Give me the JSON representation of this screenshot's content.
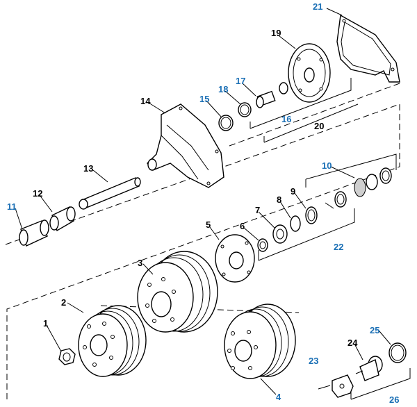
{
  "diagram": {
    "callouts": [
      {
        "id": "c1",
        "text": "1",
        "color": "#000000"
      },
      {
        "id": "c2",
        "text": "2",
        "color": "#000000"
      },
      {
        "id": "c3",
        "text": "3",
        "color": "#000000"
      },
      {
        "id": "c4",
        "text": "4",
        "color": "#1a6fb5"
      },
      {
        "id": "c5",
        "text": "5",
        "color": "#000000"
      },
      {
        "id": "c6",
        "text": "6",
        "color": "#000000"
      },
      {
        "id": "c7",
        "text": "7",
        "color": "#000000"
      },
      {
        "id": "c8",
        "text": "8",
        "color": "#000000"
      },
      {
        "id": "c9",
        "text": "9",
        "color": "#000000"
      },
      {
        "id": "c10",
        "text": "10",
        "color": "#1a6fb5"
      },
      {
        "id": "c11",
        "text": "11",
        "color": "#1a6fb5"
      },
      {
        "id": "c12",
        "text": "12",
        "color": "#000000"
      },
      {
        "id": "c13",
        "text": "13",
        "color": "#000000"
      },
      {
        "id": "c14",
        "text": "14",
        "color": "#000000"
      },
      {
        "id": "c15",
        "text": "15",
        "color": "#1a6fb5"
      },
      {
        "id": "c16",
        "text": "16",
        "color": "#1a6fb5"
      },
      {
        "id": "c17",
        "text": "17",
        "color": "#1a6fb5"
      },
      {
        "id": "c18",
        "text": "18",
        "color": "#1a6fb5"
      },
      {
        "id": "c19",
        "text": "19",
        "color": "#000000"
      },
      {
        "id": "c20",
        "text": "20",
        "color": "#000000"
      },
      {
        "id": "c21",
        "text": "21",
        "color": "#1a6fb5"
      },
      {
        "id": "c22",
        "text": "22",
        "color": "#1a6fb5"
      },
      {
        "id": "c23",
        "text": "23",
        "color": "#1a6fb5"
      },
      {
        "id": "c24",
        "text": "24",
        "color": "#000000"
      },
      {
        "id": "c25",
        "text": "25",
        "color": "#1a6fb5"
      },
      {
        "id": "c26",
        "text": "26",
        "color": "#1a6fb5"
      }
    ]
  }
}
